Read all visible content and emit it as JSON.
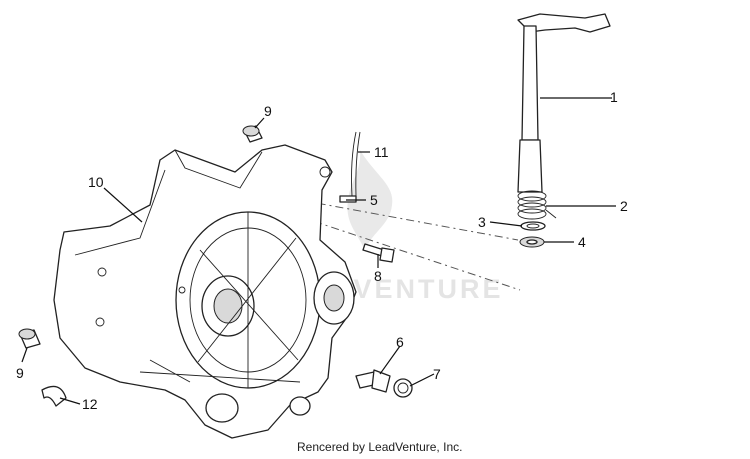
{
  "callouts": [
    {
      "id": "c1",
      "label": "1"
    },
    {
      "id": "c2",
      "label": "2"
    },
    {
      "id": "c3",
      "label": "3"
    },
    {
      "id": "c4",
      "label": "4"
    },
    {
      "id": "c5",
      "label": "5"
    },
    {
      "id": "c6",
      "label": "6"
    },
    {
      "id": "c7",
      "label": "7"
    },
    {
      "id": "c8",
      "label": "8"
    },
    {
      "id": "c9a",
      "label": "9"
    },
    {
      "id": "c9b",
      "label": "9"
    },
    {
      "id": "c10",
      "label": "10"
    },
    {
      "id": "c11",
      "label": "11"
    },
    {
      "id": "c12",
      "label": "12"
    }
  ],
  "watermark": {
    "text": "LEADVENTURE"
  },
  "credit": {
    "text": "Rencered by LeadVenture, Inc."
  }
}
